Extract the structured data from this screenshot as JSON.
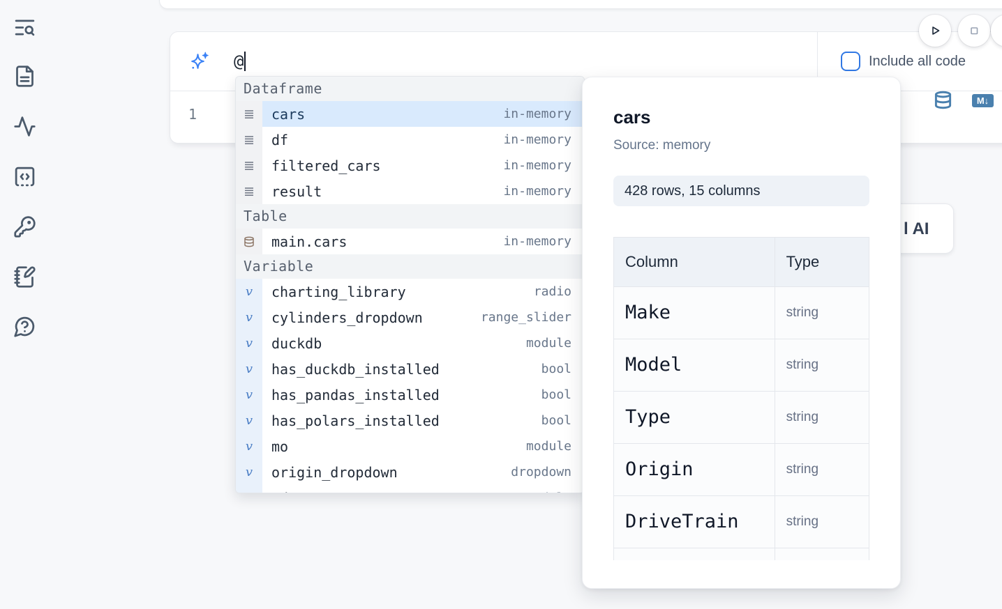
{
  "colors": {
    "accent_blue": "#3178e4",
    "sparkle_blue": "#3b82f6",
    "steel_blue": "#4a80ae",
    "selection_blue": "#d9eafd",
    "sidebar_icon": "#4b5a6b",
    "db_table_icon_brown": "#8c7565"
  },
  "sidebar": {
    "icons": [
      "text-search-icon",
      "file-text-icon",
      "activity-icon",
      "snippets-code-icon",
      "key-icon",
      "notebook-pen-icon",
      "help-chat-icon"
    ]
  },
  "toolbar": {
    "run_button": "play-icon",
    "stop_button": "stop-icon",
    "include_all_code_label": "Include all code"
  },
  "prompt": {
    "value": "@"
  },
  "editor": {
    "line_number": "1",
    "markdown_badge": "M↓"
  },
  "ai_card": {
    "visible_text": "l AI"
  },
  "completion_menu": {
    "sections": [
      {
        "label": "Dataframe",
        "items": [
          {
            "icon": "rows-icon",
            "label": "cars",
            "detail": "in-memory",
            "selected": true
          },
          {
            "icon": "rows-icon",
            "label": "df",
            "detail": "in-memory",
            "selected": false
          },
          {
            "icon": "rows-icon",
            "label": "filtered_cars",
            "detail": "in-memory",
            "selected": false
          },
          {
            "icon": "rows-icon",
            "label": "result",
            "detail": "in-memory",
            "selected": false
          }
        ]
      },
      {
        "label": "Table",
        "items": [
          {
            "icon": "database-icon",
            "label": "main.cars",
            "detail": "in-memory",
            "selected": false
          }
        ]
      },
      {
        "label": "Variable",
        "items": [
          {
            "icon": "variable-icon",
            "label": "charting_library",
            "detail": "radio",
            "selected": false
          },
          {
            "icon": "variable-icon",
            "label": "cylinders_dropdown",
            "detail": "range_slider",
            "selected": false
          },
          {
            "icon": "variable-icon",
            "label": "duckdb",
            "detail": "module",
            "selected": false
          },
          {
            "icon": "variable-icon",
            "label": "has_duckdb_installed",
            "detail": "bool",
            "selected": false
          },
          {
            "icon": "variable-icon",
            "label": "has_pandas_installed",
            "detail": "bool",
            "selected": false
          },
          {
            "icon": "variable-icon",
            "label": "has_polars_installed",
            "detail": "bool",
            "selected": false
          },
          {
            "icon": "variable-icon",
            "label": "mo",
            "detail": "module",
            "selected": false
          },
          {
            "icon": "variable-icon",
            "label": "origin_dropdown",
            "detail": "dropdown",
            "selected": false
          },
          {
            "icon": "variable-icon",
            "label": "pd",
            "detail": "module",
            "selected": false
          }
        ]
      }
    ]
  },
  "preview": {
    "title": "cars",
    "source": "Source: memory",
    "shape_badge": "428 rows, 15 columns",
    "table": {
      "headers": [
        "Column",
        "Type"
      ],
      "rows": [
        [
          "Make",
          "string"
        ],
        [
          "Model",
          "string"
        ],
        [
          "Type",
          "string"
        ],
        [
          "Origin",
          "string"
        ],
        [
          "DriveTrain",
          "string"
        ],
        [
          "",
          ""
        ]
      ]
    }
  }
}
